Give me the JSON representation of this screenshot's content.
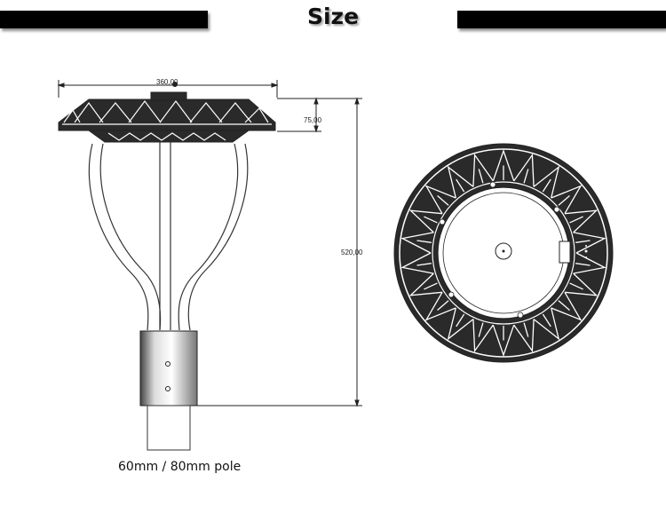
{
  "header": {
    "title": "Size"
  },
  "dimensions": {
    "width": "360,00",
    "head_height": "75,00",
    "total_height": "520,00"
  },
  "caption": "60mm / 80mm pole"
}
